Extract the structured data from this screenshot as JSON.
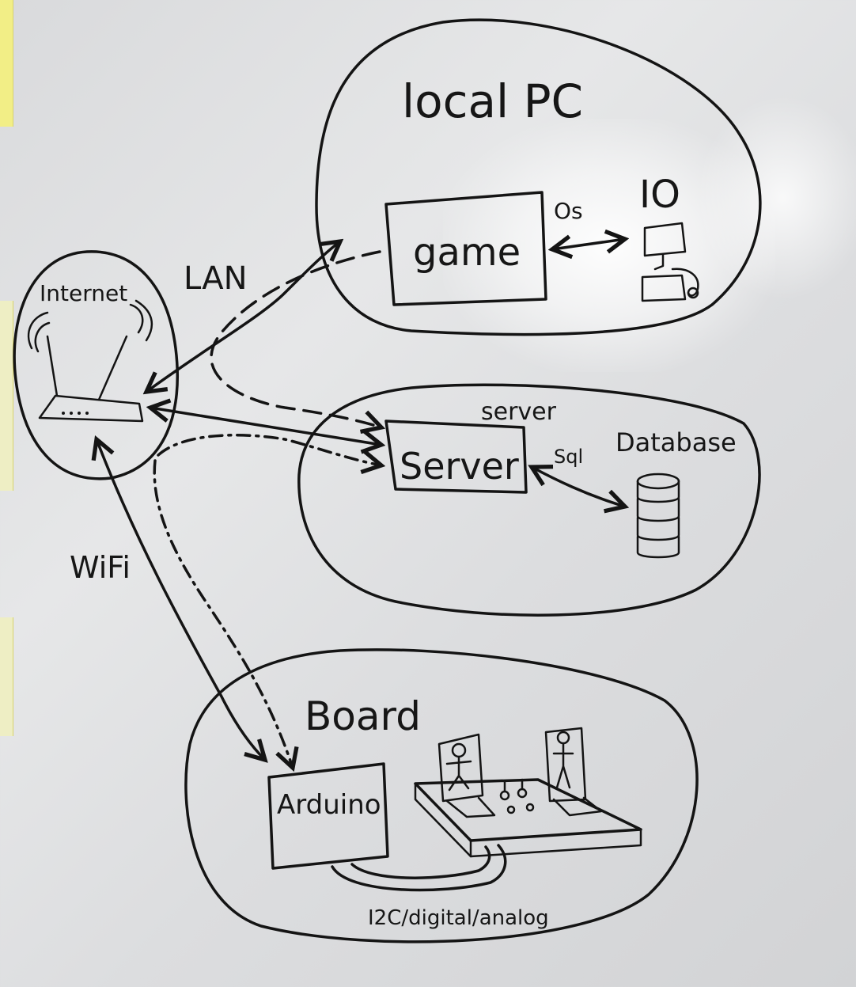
{
  "regions": {
    "local_pc": {
      "title": "local PC",
      "game": "game",
      "io": "IO",
      "os": "Os"
    },
    "server": {
      "title": "server",
      "box": "Server",
      "database": "Database",
      "sql": "Sql"
    },
    "board": {
      "title": "Board",
      "arduino": "Arduino",
      "bus": "I2C/digital/analog"
    }
  },
  "internet": {
    "label": "Internet"
  },
  "links": {
    "lan": "LAN",
    "wifi": "WiFi"
  }
}
